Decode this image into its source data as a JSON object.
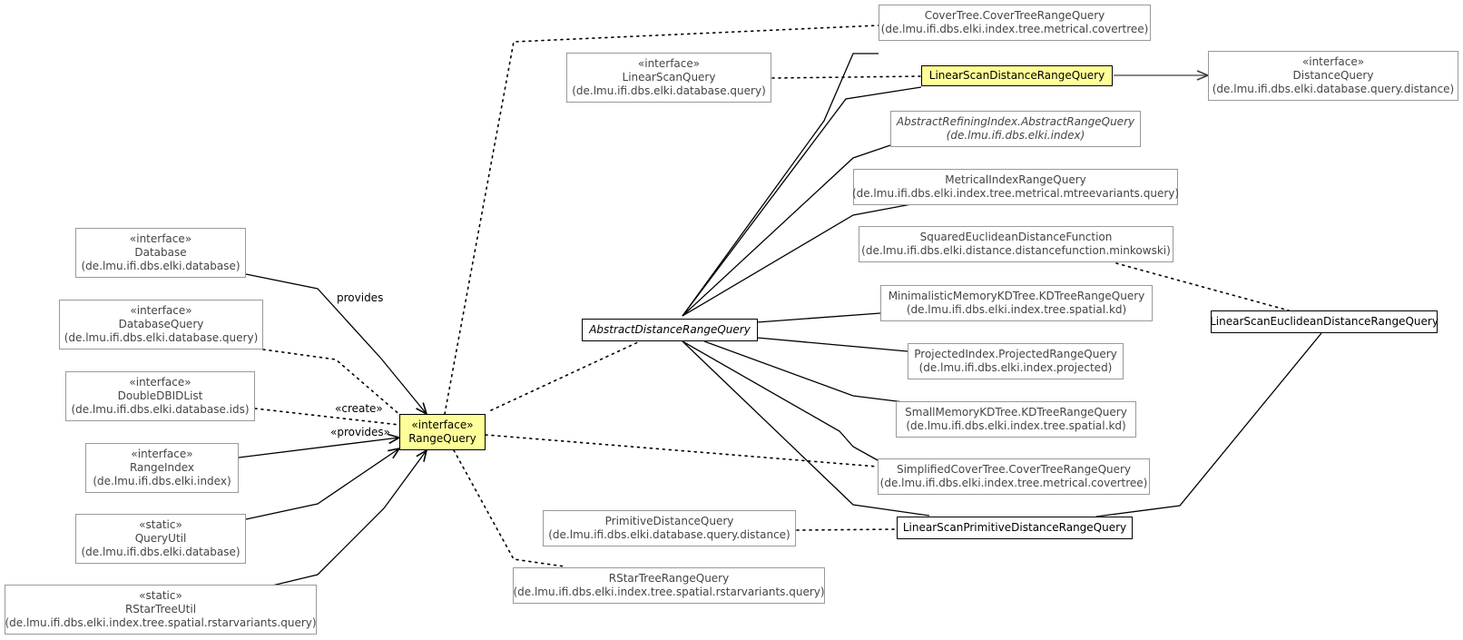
{
  "diagram": {
    "nodes": {
      "covertree_rq": {
        "stereotype": "",
        "name": "CoverTree.CoverTreeRangeQuery",
        "package": "(de.lmu.ifi.dbs.elki.index.tree.metrical.covertree)"
      },
      "linearscanquery": {
        "stereotype": "«interface»",
        "name": "LinearScanQuery",
        "package": "(de.lmu.ifi.dbs.elki.database.query)"
      },
      "lsdrq": {
        "stereotype": "",
        "name": "LinearScanDistanceRangeQuery",
        "package": ""
      },
      "distancequery": {
        "stereotype": "«interface»",
        "name": "DistanceQuery",
        "package": "(de.lmu.ifi.dbs.elki.database.query.distance)"
      },
      "abs_refining": {
        "stereotype": "",
        "name": "AbstractRefiningIndex.AbstractRangeQuery",
        "package": "(de.lmu.ifi.dbs.elki.index)"
      },
      "metrical_rq": {
        "stereotype": "",
        "name": "MetricalIndexRangeQuery",
        "package": "(de.lmu.ifi.dbs.elki.index.tree.metrical.mtreevariants.query)"
      },
      "sq_euclid": {
        "stereotype": "",
        "name": "SquaredEuclideanDistanceFunction",
        "package": "(de.lmu.ifi.dbs.elki.distance.distancefunction.minkowski)"
      },
      "database": {
        "stereotype": "«interface»",
        "name": "Database",
        "package": "(de.lmu.ifi.dbs.elki.database)"
      },
      "minimal_kd": {
        "stereotype": "",
        "name": "MinimalisticMemoryKDTree.KDTreeRangeQuery",
        "package": "(de.lmu.ifi.dbs.elki.index.tree.spatial.kd)"
      },
      "databasequery": {
        "stereotype": "«interface»",
        "name": "DatabaseQuery",
        "package": "(de.lmu.ifi.dbs.elki.database.query)"
      },
      "abs_distance_rq": {
        "stereotype": "",
        "name": "AbstractDistanceRangeQuery",
        "package": ""
      },
      "ls_euclid_rq": {
        "stereotype": "",
        "name": "LinearScanEuclideanDistanceRangeQuery",
        "package": ""
      },
      "projected_rq": {
        "stereotype": "",
        "name": "ProjectedIndex.ProjectedRangeQuery",
        "package": "(de.lmu.ifi.dbs.elki.index.projected)"
      },
      "doubledbidlist": {
        "stereotype": "«interface»",
        "name": "DoubleDBIDList",
        "package": "(de.lmu.ifi.dbs.elki.database.ids)"
      },
      "smallmem_kd": {
        "stereotype": "",
        "name": "SmallMemoryKDTree.KDTreeRangeQuery",
        "package": "(de.lmu.ifi.dbs.elki.index.tree.spatial.kd)"
      },
      "rangequery": {
        "stereotype": "«interface»",
        "name": "RangeQuery",
        "package": ""
      },
      "rangeindex": {
        "stereotype": "«interface»",
        "name": "RangeIndex",
        "package": "(de.lmu.ifi.dbs.elki.index)"
      },
      "simplified_cover": {
        "stereotype": "",
        "name": "SimplifiedCoverTree.CoverTreeRangeQuery",
        "package": "(de.lmu.ifi.dbs.elki.index.tree.metrical.covertree)"
      },
      "primitive_dq": {
        "stereotype": "",
        "name": "PrimitiveDistanceQuery",
        "package": "(de.lmu.ifi.dbs.elki.database.query.distance)"
      },
      "ls_primitive_rq": {
        "stereotype": "",
        "name": "LinearScanPrimitiveDistanceRangeQuery",
        "package": ""
      },
      "queryutil": {
        "stereotype": "«static»",
        "name": "QueryUtil",
        "package": "(de.lmu.ifi.dbs.elki.database)"
      },
      "rstar_rq": {
        "stereotype": "",
        "name": "RStarTreeRangeQuery",
        "package": "(de.lmu.ifi.dbs.elki.index.tree.spatial.rstarvariants.query)"
      },
      "rstartreeutil": {
        "stereotype": "«static»",
        "name": "RStarTreeUtil",
        "package": "(de.lmu.ifi.dbs.elki.index.tree.spatial.rstarvariants.query)"
      }
    },
    "edge_labels": {
      "provides": "provides",
      "create": "«create»",
      "provides_stereo": "«provides»"
    },
    "colors": {
      "highlight": "#ffff99",
      "edge": "#000000",
      "arrow_to_distancequery": "#404040"
    }
  }
}
